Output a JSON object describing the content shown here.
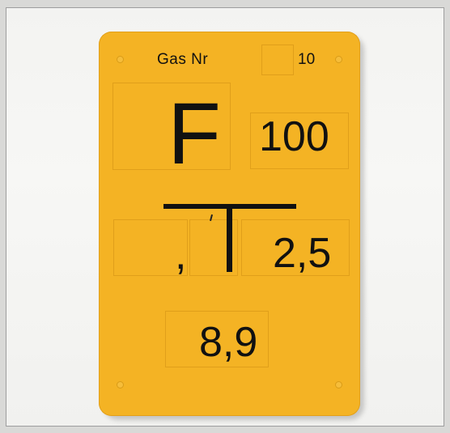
{
  "sign": {
    "gas_label": "Gas Nr",
    "gas_number": "10",
    "letter": "F",
    "value_top": "100",
    "comma_left": ",",
    "value_right": "2,5",
    "value_bottom": "8,9",
    "plate_color": "#f4b324",
    "text_color": "#111111"
  }
}
